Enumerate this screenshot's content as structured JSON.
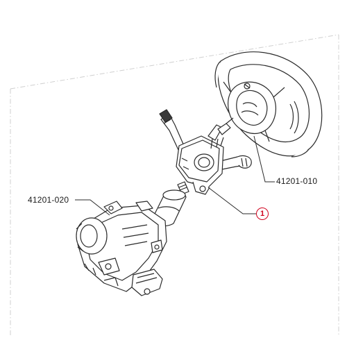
{
  "labels": {
    "steering_wheel": "41201-010",
    "steering_column": "41201-020",
    "callout": "1"
  },
  "colors": {
    "accent": "#d0001c",
    "line": "#2a2a2a",
    "frame": "#cccccc"
  }
}
